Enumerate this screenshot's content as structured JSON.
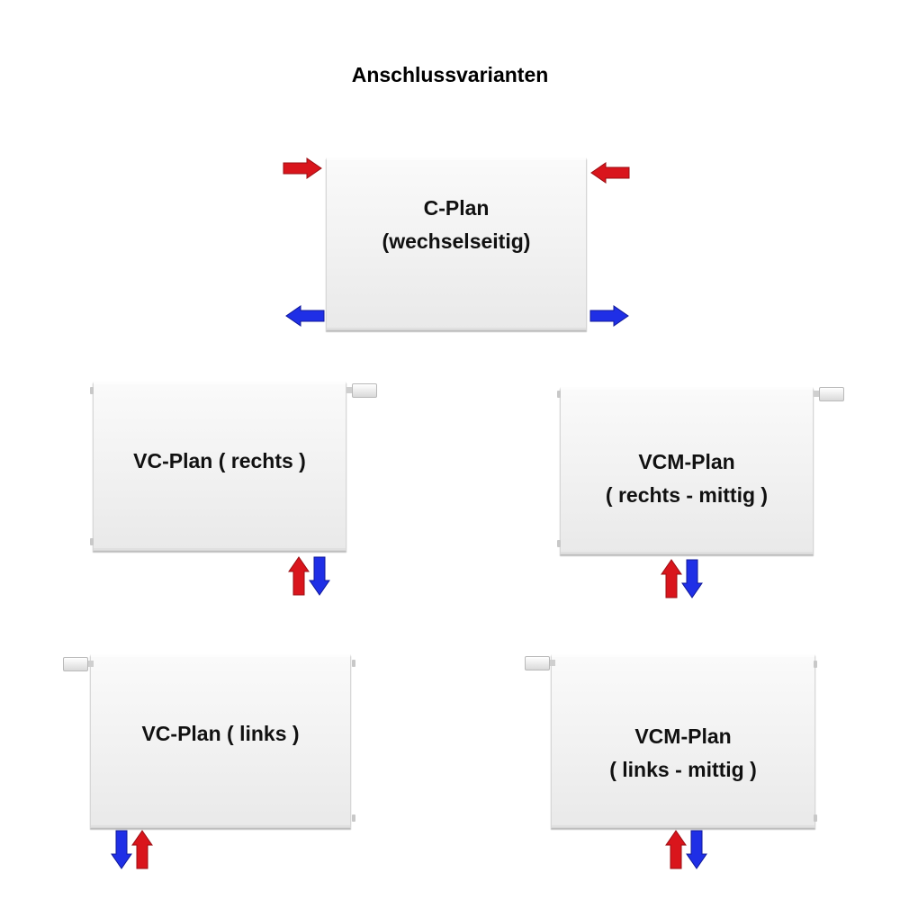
{
  "title": "Anschlussvarianten",
  "panels": {
    "c_plan": {
      "line1": "C-Plan",
      "line2": "(wechselseitig)"
    },
    "vc_rechts": {
      "line1": "VC-Plan ( rechts )"
    },
    "vcm_rechts": {
      "line1": "VCM-Plan",
      "line2": "( rechts - mittig )"
    },
    "vc_links": {
      "line1": "VC-Plan ( links )"
    },
    "vcm_links": {
      "line1": "VCM-Plan",
      "line2": "( links - mittig )"
    }
  },
  "colors": {
    "supply": "#d9151c",
    "return": "#1f2fe6"
  }
}
